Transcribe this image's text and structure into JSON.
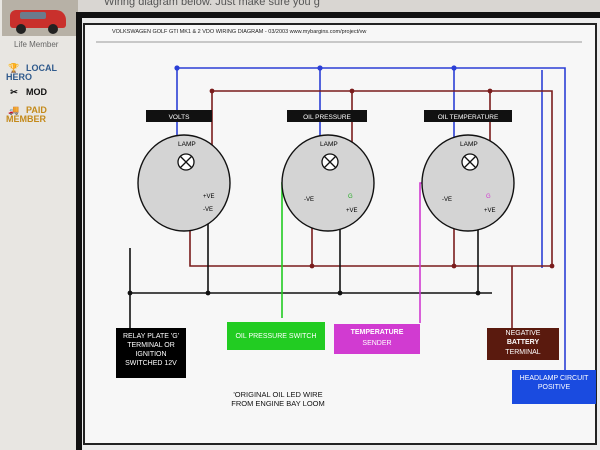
{
  "header": {
    "intro_text": "Wiring diagram below. Just make sure you g"
  },
  "sidebar": {
    "member_label": "Life Member",
    "badges": [
      {
        "icon": "trophy-icon",
        "label": "LOCAL HERO"
      },
      {
        "icon": "tools-icon",
        "label": "MOD"
      },
      {
        "icon": "truck-icon",
        "label": "PAID MEMBER"
      }
    ]
  },
  "diagram": {
    "title": "VOLKSWAGEN GOLF GTI MK1 & 2 VDO WIRING DIAGRAM - 03/2003 www.mybargins.com/project/vw",
    "gauges": [
      {
        "name": "VOLTS",
        "lamp": "LAMP",
        "pos": "+VE",
        "neg": "-VE"
      },
      {
        "name": "OIL PRESSURE",
        "lamp": "LAMP",
        "pos": "+VE",
        "neg": "-VE",
        "g": "G"
      },
      {
        "name": "OIL TEMPERATURE",
        "lamp": "LAMP",
        "pos": "+VE",
        "neg": "-VE",
        "g": "G"
      }
    ],
    "boxes": {
      "relay": "RELAY PLATE 'G' TERMINAL OR IGNITION SWITCHED 12V",
      "oil_switch": "OIL PRESSURE SWITCH",
      "temp_title": "TEMPERATURE",
      "temp_sub": "SENDER",
      "battery_1": "NEGATIVE",
      "battery_2": "BATTERY",
      "battery_3": "TERMINAL",
      "headlamp": "HEADLAMP CIRCUIT POSITIVE"
    },
    "note": "'ORIGINAL OIL LED WIRE FROM ENGINE BAY LOOM",
    "colors": {
      "blue": "#2b3fd6",
      "red": "#7a1c1c",
      "green": "#22cc22",
      "magenta": "#d13bd1",
      "black": "#111111"
    }
  }
}
